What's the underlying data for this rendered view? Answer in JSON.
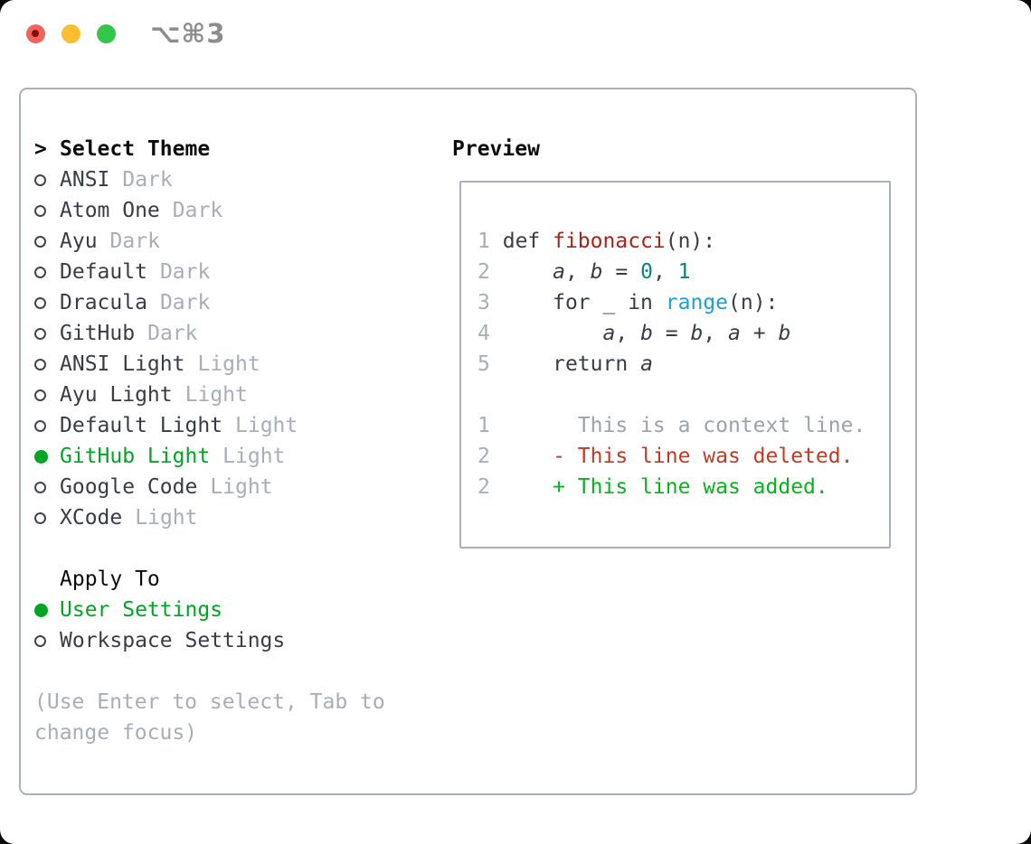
{
  "titlebar": {
    "title": "⌥⌘3"
  },
  "window_controls": {
    "close": "close",
    "minimize": "minimize",
    "zoom": "zoom"
  },
  "theme_panel": {
    "header": {
      "cursor": ">",
      "label": "Select Theme"
    },
    "items": [
      {
        "label": "ANSI",
        "tag": "Dark",
        "selected": false
      },
      {
        "label": "Atom One",
        "tag": "Dark",
        "selected": false
      },
      {
        "label": "Ayu",
        "tag": "Dark",
        "selected": false
      },
      {
        "label": "Default",
        "tag": "Dark",
        "selected": false
      },
      {
        "label": "Dracula",
        "tag": "Dark",
        "selected": false
      },
      {
        "label": "GitHub",
        "tag": "Dark",
        "selected": false
      },
      {
        "label": "ANSI Light",
        "tag": "Light",
        "selected": false
      },
      {
        "label": "Ayu Light",
        "tag": "Light",
        "selected": false
      },
      {
        "label": "Default Light",
        "tag": "Light",
        "selected": false
      },
      {
        "label": "GitHub Light",
        "tag": "Light",
        "selected": true
      },
      {
        "label": "Google Code",
        "tag": "Light",
        "selected": false
      },
      {
        "label": "XCode",
        "tag": "Light",
        "selected": false
      }
    ]
  },
  "apply_to": {
    "label": "Apply To",
    "options": [
      {
        "label": "User Settings",
        "selected": true
      },
      {
        "label": "Workspace Settings",
        "selected": false
      }
    ]
  },
  "hint": "(Use Enter to select, Tab to change focus)",
  "preview": {
    "heading": "Preview",
    "code_lines": [
      {
        "num": "1",
        "tokens": [
          {
            "c": "k",
            "t": "def "
          },
          {
            "c": "fn",
            "t": "fibonacci"
          },
          {
            "c": "p",
            "t": "(n):"
          }
        ]
      },
      {
        "num": "2",
        "tokens": [
          {
            "c": "p",
            "t": "    "
          },
          {
            "c": "v",
            "t": "a"
          },
          {
            "c": "p",
            "t": ", "
          },
          {
            "c": "v",
            "t": "b"
          },
          {
            "c": "p",
            "t": " = "
          },
          {
            "c": "n",
            "t": "0"
          },
          {
            "c": "p",
            "t": ", "
          },
          {
            "c": "n",
            "t": "1"
          }
        ]
      },
      {
        "num": "3",
        "tokens": [
          {
            "c": "p",
            "t": "    "
          },
          {
            "c": "k",
            "t": "for"
          },
          {
            "c": "p",
            "t": " _ "
          },
          {
            "c": "k",
            "t": "in"
          },
          {
            "c": "p",
            "t": " "
          },
          {
            "c": "b",
            "t": "range"
          },
          {
            "c": "p",
            "t": "(n):"
          }
        ]
      },
      {
        "num": "4",
        "tokens": [
          {
            "c": "p",
            "t": "        "
          },
          {
            "c": "v",
            "t": "a"
          },
          {
            "c": "p",
            "t": ", "
          },
          {
            "c": "v",
            "t": "b"
          },
          {
            "c": "p",
            "t": " = "
          },
          {
            "c": "v",
            "t": "b"
          },
          {
            "c": "p",
            "t": ", "
          },
          {
            "c": "v",
            "t": "a"
          },
          {
            "c": "p",
            "t": " + "
          },
          {
            "c": "v",
            "t": "b"
          }
        ]
      },
      {
        "num": "5",
        "tokens": [
          {
            "c": "p",
            "t": "    "
          },
          {
            "c": "k",
            "t": "return"
          },
          {
            "c": "p",
            "t": " "
          },
          {
            "c": "v",
            "t": "a"
          }
        ]
      }
    ],
    "diff_lines": [
      {
        "num": "1",
        "cls": "ctx",
        "text": "       This is a context line."
      },
      {
        "num": "2",
        "cls": "del",
        "text": "     - This line was deleted."
      },
      {
        "num": "2",
        "cls": "add",
        "text": "     + This line was added."
      }
    ]
  },
  "colors": {
    "accent_green": "#00a524",
    "diff_green": "#08b31e",
    "diff_red": "#c23a22",
    "code_red": "#a82318",
    "code_teal": "#0b857c",
    "code_blue": "#1d9fd7",
    "muted_gray": "#a6aeba",
    "border_gray": "#a8b0b9"
  }
}
